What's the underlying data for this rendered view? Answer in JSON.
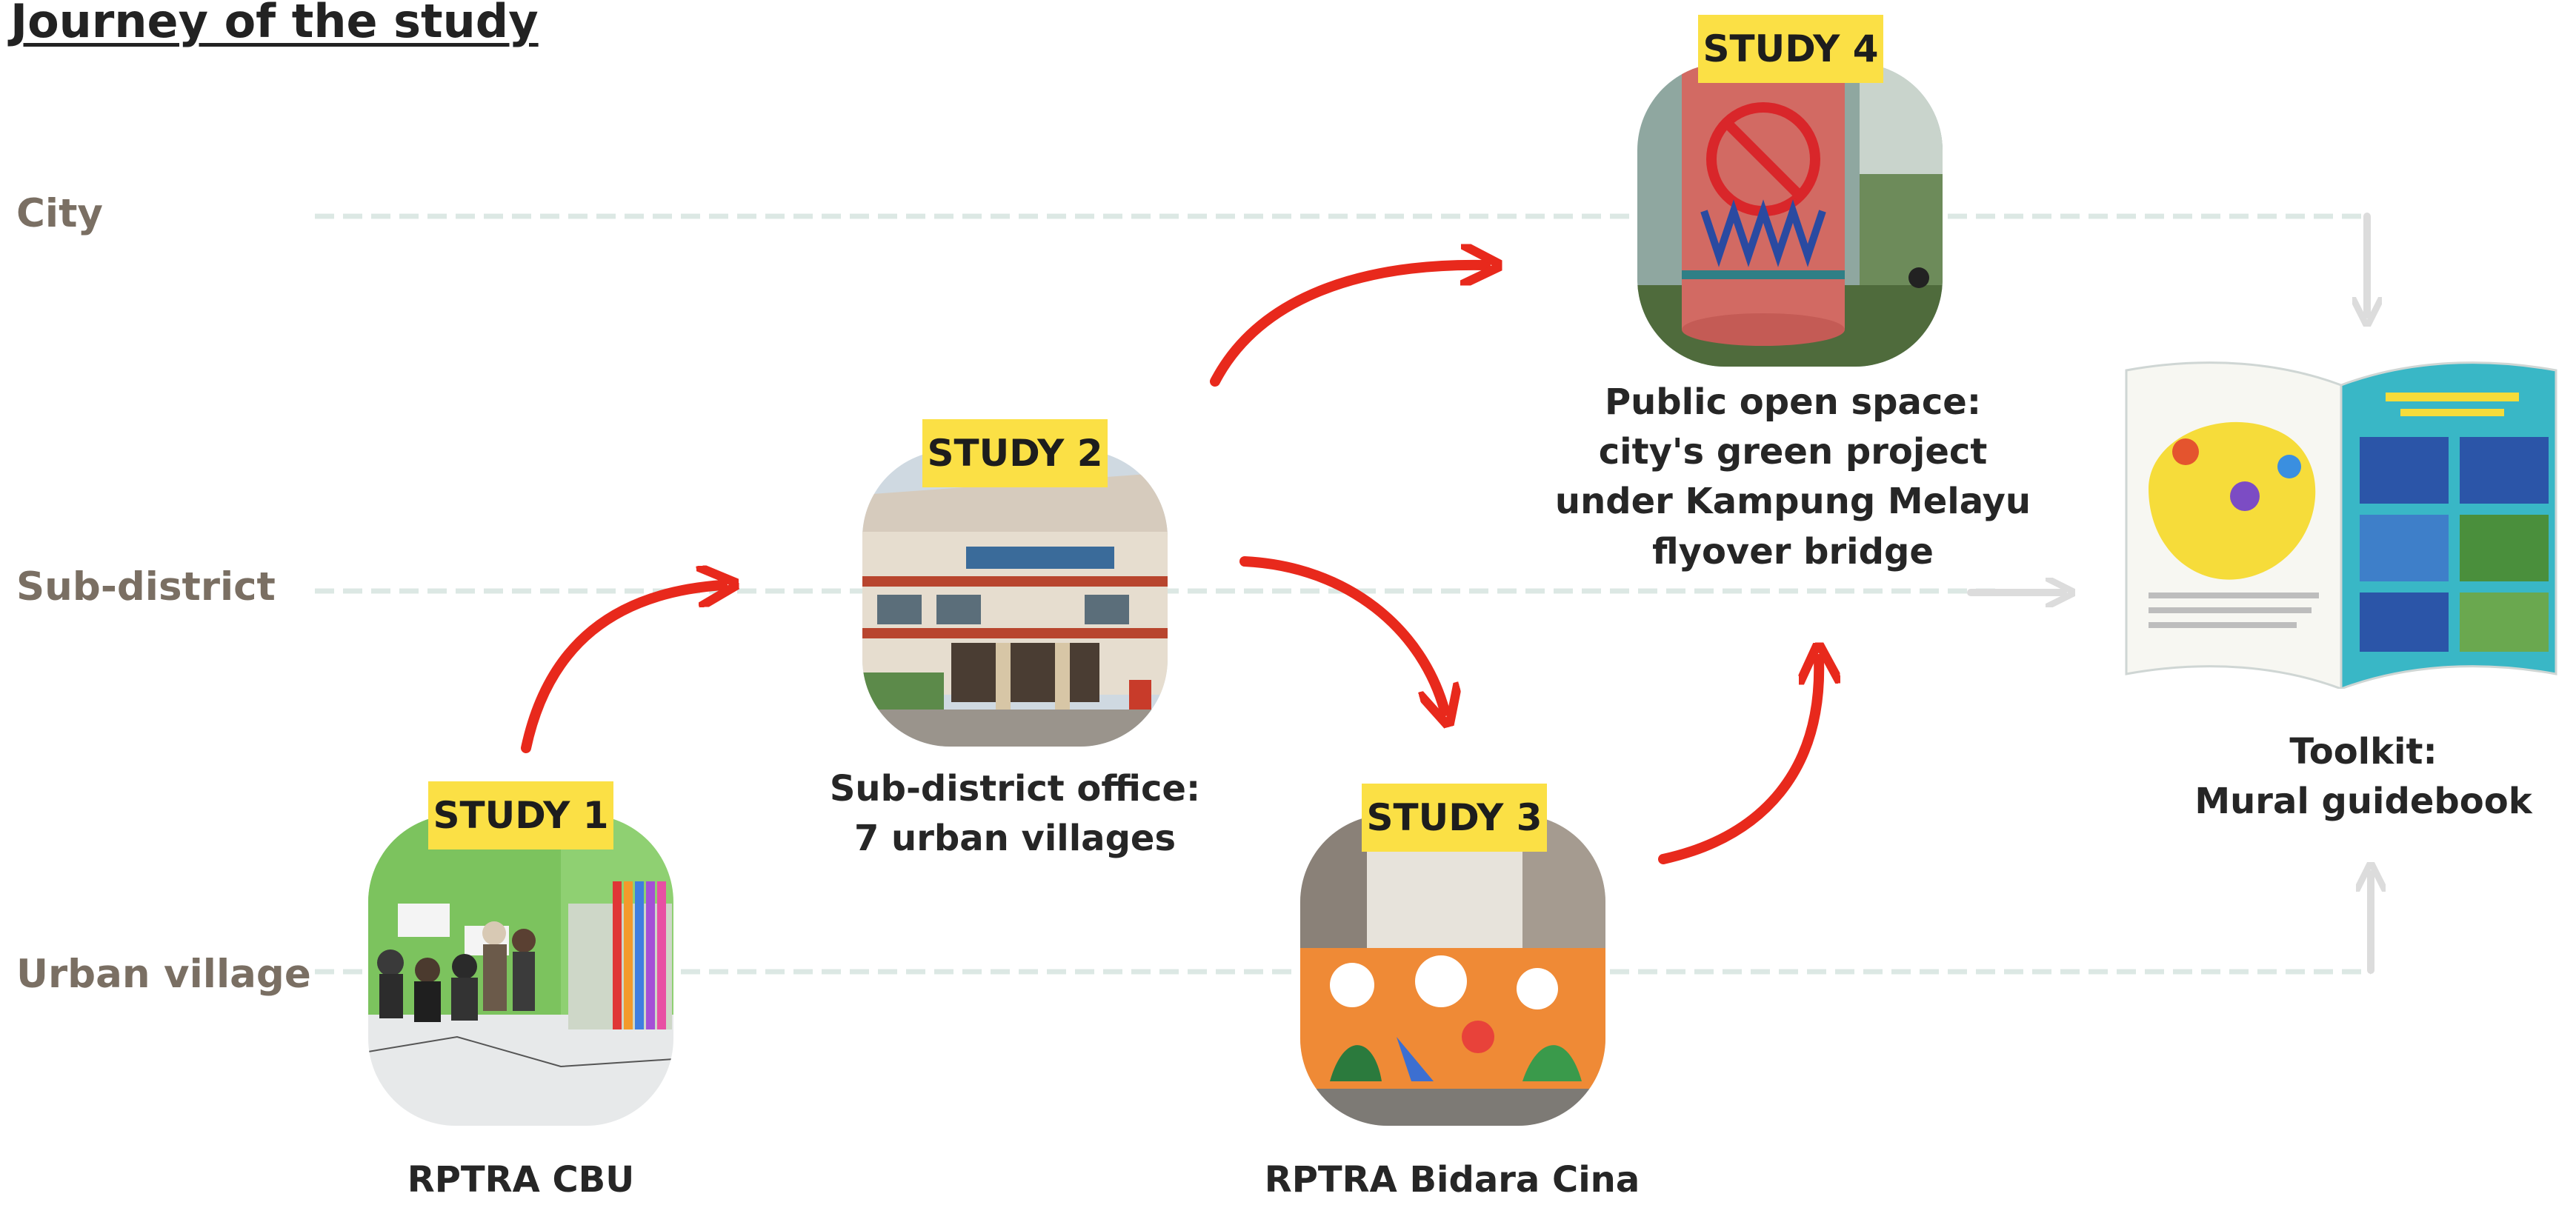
{
  "title": "Journey of the study",
  "levels": {
    "city": "City",
    "subdistrict": "Sub-district",
    "village": "Urban village"
  },
  "studies": [
    {
      "badge": "STUDY 1",
      "caption": "RPTRA CBU"
    },
    {
      "badge": "STUDY 2",
      "caption_lines": [
        "Sub-district office:",
        "7 urban villages"
      ]
    },
    {
      "badge": "STUDY 3",
      "caption": "RPTRA Bidara Cina"
    },
    {
      "badge": "STUDY 4",
      "caption_lines": [
        "Public open space:",
        "city's green project",
        "under Kampung Melayu",
        "flyover bridge"
      ]
    }
  ],
  "toolkit": {
    "caption_lines": [
      "Toolkit:",
      "Mural guidebook"
    ]
  },
  "colors": {
    "arrow": "#e8291c",
    "badge": "#fbe045",
    "guide": "#dce8e4",
    "level_text": "#7a6f63",
    "toolkit_arrow": "#dcdcdc"
  }
}
